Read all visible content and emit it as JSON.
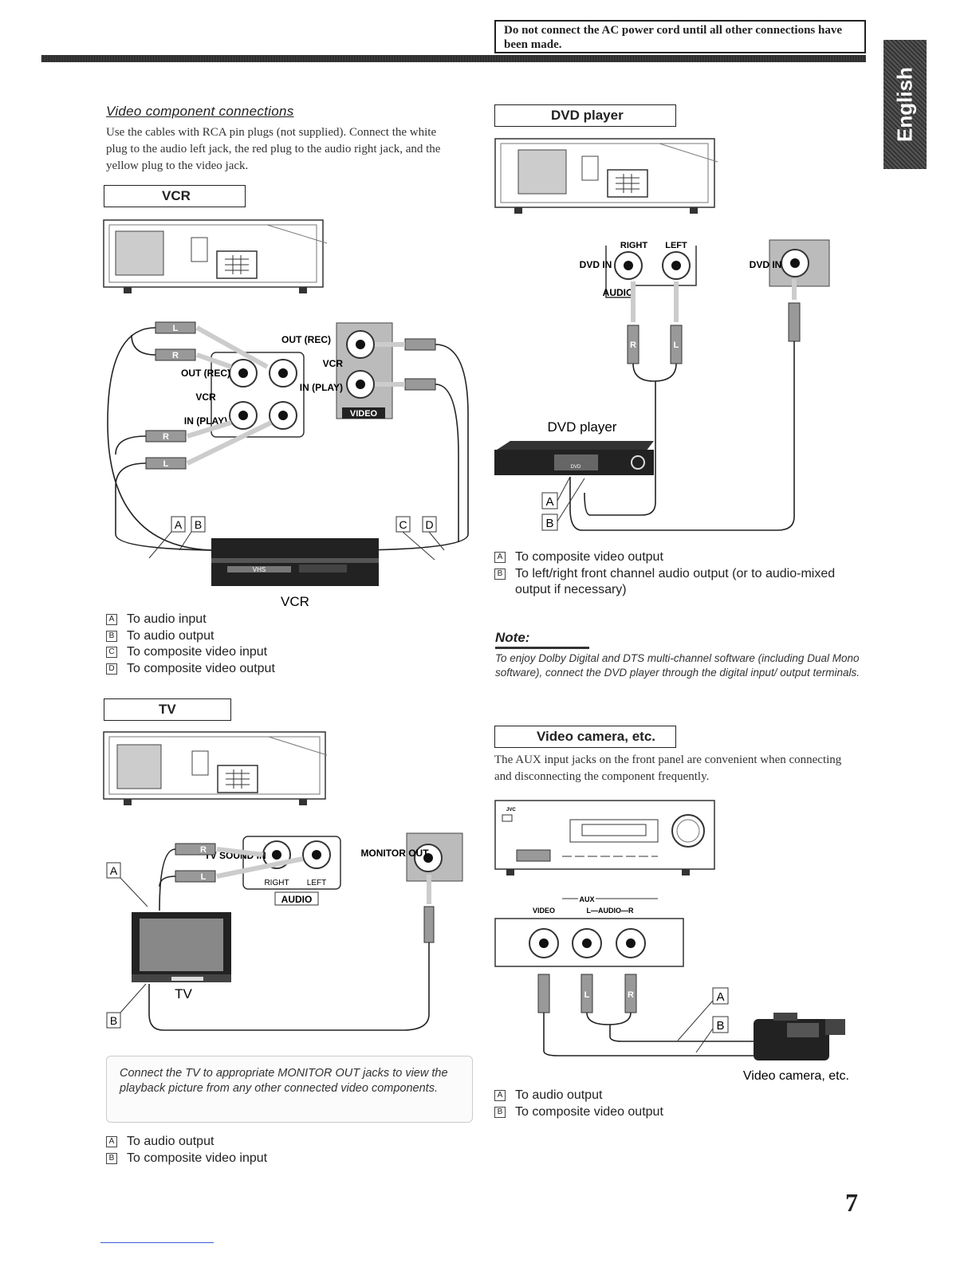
{
  "warning": "Do not connect the AC power cord until all other connections have been made.",
  "language_tab": "English",
  "video_section": {
    "heading": "Video component connections",
    "intro": "Use the cables with RCA pin plugs (not supplied). Connect the white plug to the audio left jack, the red plug to the audio right jack, and the yellow plug to the video jack."
  },
  "vcr": {
    "box_label": "VCR",
    "device_caption": "VCR",
    "jack_labels": {
      "out_rec": "OUT (REC)",
      "vcr": "VCR",
      "in_play": "IN (PLAY)",
      "video": "VIDEO",
      "plug_l": "L",
      "plug_r": "R",
      "vhs": "VHS"
    },
    "markers": [
      "A",
      "B",
      "C",
      "D"
    ],
    "legend": [
      {
        "key": "A",
        "text": "To audio input"
      },
      {
        "key": "B",
        "text": "To audio output"
      },
      {
        "key": "C",
        "text": "To composite video input"
      },
      {
        "key": "D",
        "text": "To composite video output"
      }
    ]
  },
  "tv": {
    "box_label": "TV",
    "device_caption": "TV",
    "jack_labels": {
      "tv_sound_in": "TV SOUND IN",
      "right": "RIGHT",
      "left": "LEFT",
      "audio": "AUDIO",
      "monitor_out": "MONITOR OUT",
      "plug_l": "L",
      "plug_r": "R"
    },
    "markers": [
      "A",
      "B"
    ],
    "callout": "Connect the TV to appropriate MONITOR OUT jacks to view the playback picture from any other connected video components.",
    "legend": [
      {
        "key": "A",
        "text": "To audio output"
      },
      {
        "key": "B",
        "text": "To composite video input"
      }
    ]
  },
  "dvd": {
    "box_label": "DVD player",
    "device_caption": "DVD player",
    "jack_labels": {
      "right": "RIGHT",
      "left": "LEFT",
      "dvd_in": "DVD IN",
      "audio": "AUDIO",
      "plug_r": "R",
      "plug_l": "L",
      "dvd_logo": "DVD"
    },
    "markers": [
      "A",
      "B"
    ],
    "legend": [
      {
        "key": "A",
        "text": "To composite video output"
      },
      {
        "key": "B",
        "text": "To left/right front channel audio output (or to audio-mixed output if necessary)"
      }
    ]
  },
  "note": {
    "title": "Note:",
    "text": "To enjoy Dolby Digital and DTS multi-channel software (including Dual Mono software), connect the DVD player through the digital input/ output terminals."
  },
  "camera": {
    "box_label": "Video camera, etc.",
    "intro": "The AUX input jacks on the front panel are convenient when connecting and disconnecting the component frequently.",
    "device_caption": "Video camera, etc.",
    "brand": "JVC",
    "jack_labels": {
      "aux": "AUX",
      "video": "VIDEO",
      "audio_lr": "L—AUDIO—R",
      "plug_l": "L",
      "plug_r": "R"
    },
    "markers": [
      "A",
      "B"
    ],
    "legend": [
      {
        "key": "A",
        "text": "To audio output"
      },
      {
        "key": "B",
        "text": "To composite video output"
      }
    ]
  },
  "page_number": "7"
}
